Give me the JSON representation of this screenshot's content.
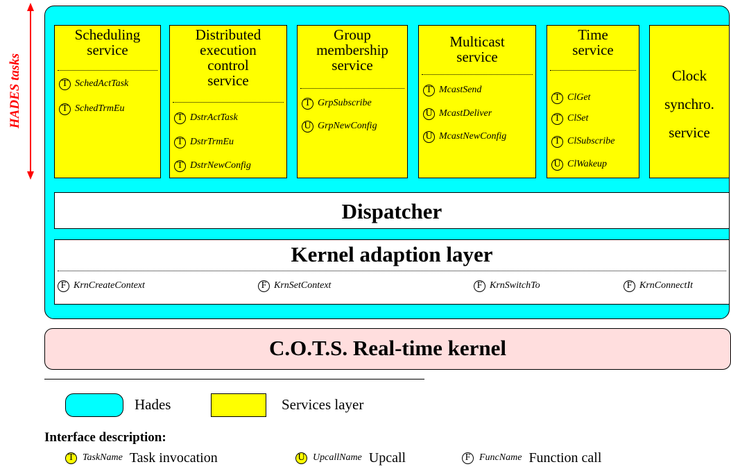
{
  "side_label": "HADES tasks",
  "colors": {
    "hades": "#00ffff",
    "services": "#ffff00",
    "kernel": "#ffdede",
    "side_label": "#ff0000",
    "layer": "#ffffff"
  },
  "services": [
    {
      "title": [
        "Scheduling",
        "service"
      ],
      "items": [
        {
          "badge": "T",
          "name": "SchedActTask"
        },
        {
          "badge": "T",
          "name": "SchedTrmEu"
        }
      ]
    },
    {
      "title": [
        "Distributed",
        "execution",
        "control",
        "service"
      ],
      "items": [
        {
          "badge": "T",
          "name": "DstrActTask"
        },
        {
          "badge": "T",
          "name": "DstrTrmEu"
        },
        {
          "badge": "T",
          "name": "DstrNewConfig"
        }
      ]
    },
    {
      "title": [
        "Group",
        "membership",
        "service"
      ],
      "items": [
        {
          "badge": "T",
          "name": "GrpSubscribe"
        },
        {
          "badge": "U",
          "name": "GrpNewConfig"
        }
      ]
    },
    {
      "title": [
        "Multicast",
        "service"
      ],
      "items": [
        {
          "badge": "T",
          "name": "McastSend"
        },
        {
          "badge": "U",
          "name": "McastDeliver"
        },
        {
          "badge": "U",
          "name": "McastNewConfig"
        }
      ]
    },
    {
      "title": [
        "Time",
        "service"
      ],
      "items": [
        {
          "badge": "T",
          "name": "ClGet"
        },
        {
          "badge": "T",
          "name": "ClSet"
        },
        {
          "badge": "T",
          "name": "ClSubscribe"
        },
        {
          "badge": "U",
          "name": "ClWakeup"
        }
      ]
    },
    {
      "title": [
        "Clock",
        "synchro.",
        "service"
      ],
      "items": []
    }
  ],
  "dispatcher": "Dispatcher",
  "kernel_adaption": {
    "title": "Kernel adaption layer",
    "functions": [
      {
        "badge": "F",
        "name": "KrnCreateContext"
      },
      {
        "badge": "F",
        "name": "KrnSetContext"
      },
      {
        "badge": "F",
        "name": "KrnSwitchTo"
      },
      {
        "badge": "F",
        "name": "KrnConnectIt"
      }
    ]
  },
  "kernel": "C.O.T.S. Real-time kernel",
  "legend": {
    "hades": "Hades",
    "services": "Services layer"
  },
  "interface": {
    "title": "Interface description:",
    "entries": [
      {
        "badge": "T",
        "name": "TaskName",
        "desc": "Task invocation"
      },
      {
        "badge": "U",
        "name": "UpcallName",
        "desc": "Upcall"
      },
      {
        "badge": "F",
        "name": "FuncName",
        "desc": "Function call"
      }
    ]
  }
}
